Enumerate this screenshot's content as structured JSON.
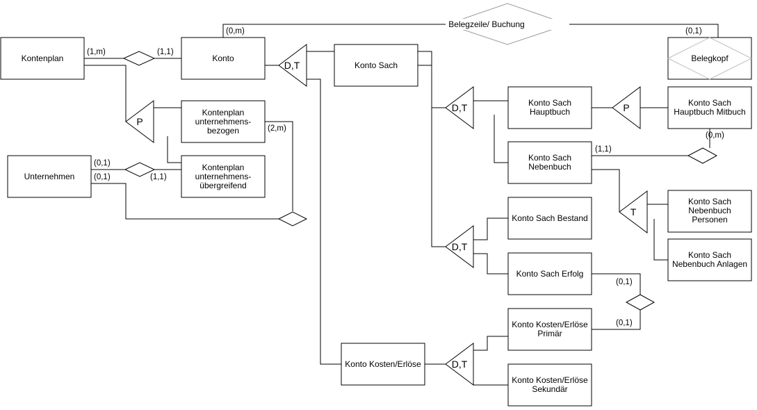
{
  "entities": {
    "kontenplan": "Kontenplan",
    "konto": "Konto",
    "konto_sach": "Konto Sach",
    "belegkopf": "Belegkopf",
    "kontenplan_ub_bezogen": [
      "Kontenplan",
      "unternehmens-",
      "bezogen"
    ],
    "unternehmen": "Unternehmen",
    "kontenplan_ub_uebergreifend": [
      "Kontenplan",
      "unternehmens-",
      "übergreifend"
    ],
    "konto_sach_hauptbuch": [
      "Konto Sach",
      "Hauptbuch"
    ],
    "konto_sach_hauptbuch_mitbuch": [
      "Konto Sach",
      "Hauptbuch Mitbuch"
    ],
    "konto_sach_nebenbuch": [
      "Konto Sach",
      "Nebenbuch"
    ],
    "konto_sach_bestand": "Konto Sach Bestand",
    "konto_sach_nebenbuch_personen": [
      "Konto Sach",
      "Nebenbuch",
      "Personen"
    ],
    "konto_sach_erfolg": "Konto Sach Erfolg",
    "konto_sach_nebenbuch_anlagen": [
      "Konto Sach",
      "Nebenbuch Anlagen"
    ],
    "konto_kosten_erloese_primaer": [
      "Konto Kosten/Erlöse",
      "Primär"
    ],
    "konto_kosten_erloese": "Konto Kosten/Erlöse",
    "konto_kosten_erloese_sekundaer": [
      "Konto Kosten/Erlöse",
      "Sekundär"
    ]
  },
  "relationships": {
    "belegzeile_buchung": "Belegzeile/ Buchung"
  },
  "generalizations": {
    "konto": "D,T",
    "kontenplan": "P",
    "konto_sach_hb_nb": "D,T",
    "hauptbuch_mitbuch": "P",
    "konto_sach_bestand_erfolg": "D,T",
    "nebenbuch": "T",
    "kosten_erloese": "D,T"
  },
  "cardinalities": {
    "kontenplan_konto": "(1,m)",
    "konto_kontenplan": "(1,1)",
    "konto_buchung": "(0,m)",
    "belegkopf_buchung": "(0,1)",
    "bezogen_unternehmen": "(2,m)",
    "unternehmen_uebergreifend": "(0,1)",
    "uebergreifend_unternehmen": "(1,1)",
    "unternehmen_bezogen": "(0,1)",
    "mitbuch_nebenbuch": "(0,m)",
    "nebenbuch_mitbuch": "(1,1)",
    "erfolg_primaer": "(0,1)",
    "primaer_erfolg": "(0,1)"
  }
}
